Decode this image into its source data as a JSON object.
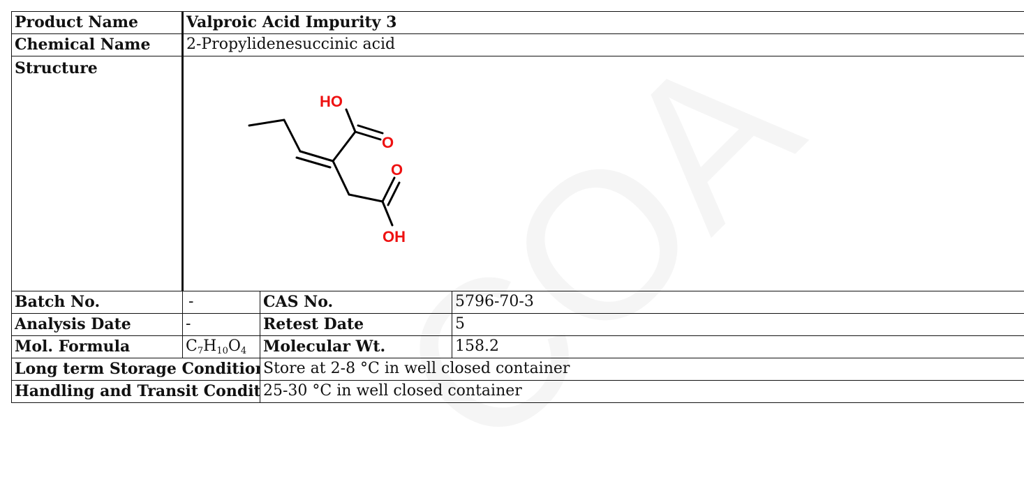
{
  "watermark": {
    "text": "COA"
  },
  "product": {
    "name_label": "Product Name",
    "name_value": "Valproic Acid Impurity 3",
    "chemical_label": "Chemical Name",
    "chemical_value": "2-Propylidenesuccinic acid",
    "structure_label": "Structure"
  },
  "structure": {
    "atoms": {
      "ho_top": "HO",
      "o_carbonyl_1": "O",
      "o_carbonyl_2": "O",
      "oh_bottom": "OH"
    },
    "bond_color": "#000000",
    "heteroatom_color": "#ee1111"
  },
  "details": {
    "batch_label": "Batch No.",
    "batch_value": "-",
    "cas_label": "CAS No.",
    "cas_value": "5796-70-3",
    "analysis_label": "Analysis Date",
    "analysis_value": "-",
    "retest_label": "Retest Date",
    "retest_value": "5",
    "formula_label": "Mol. Formula",
    "formula": {
      "c": "C",
      "c_sub": "7",
      "h": "H",
      "h_sub": "10",
      "o": "O",
      "o_sub": "4"
    },
    "mw_label": "Molecular Wt.",
    "mw_value": "158.2",
    "storage_label": "Long term Storage Condition",
    "storage_value": "Store at 2-8 °C in well closed container",
    "handling_label": "Handling and Transit Condition",
    "handling_value": "25-30 °C in well closed container"
  }
}
